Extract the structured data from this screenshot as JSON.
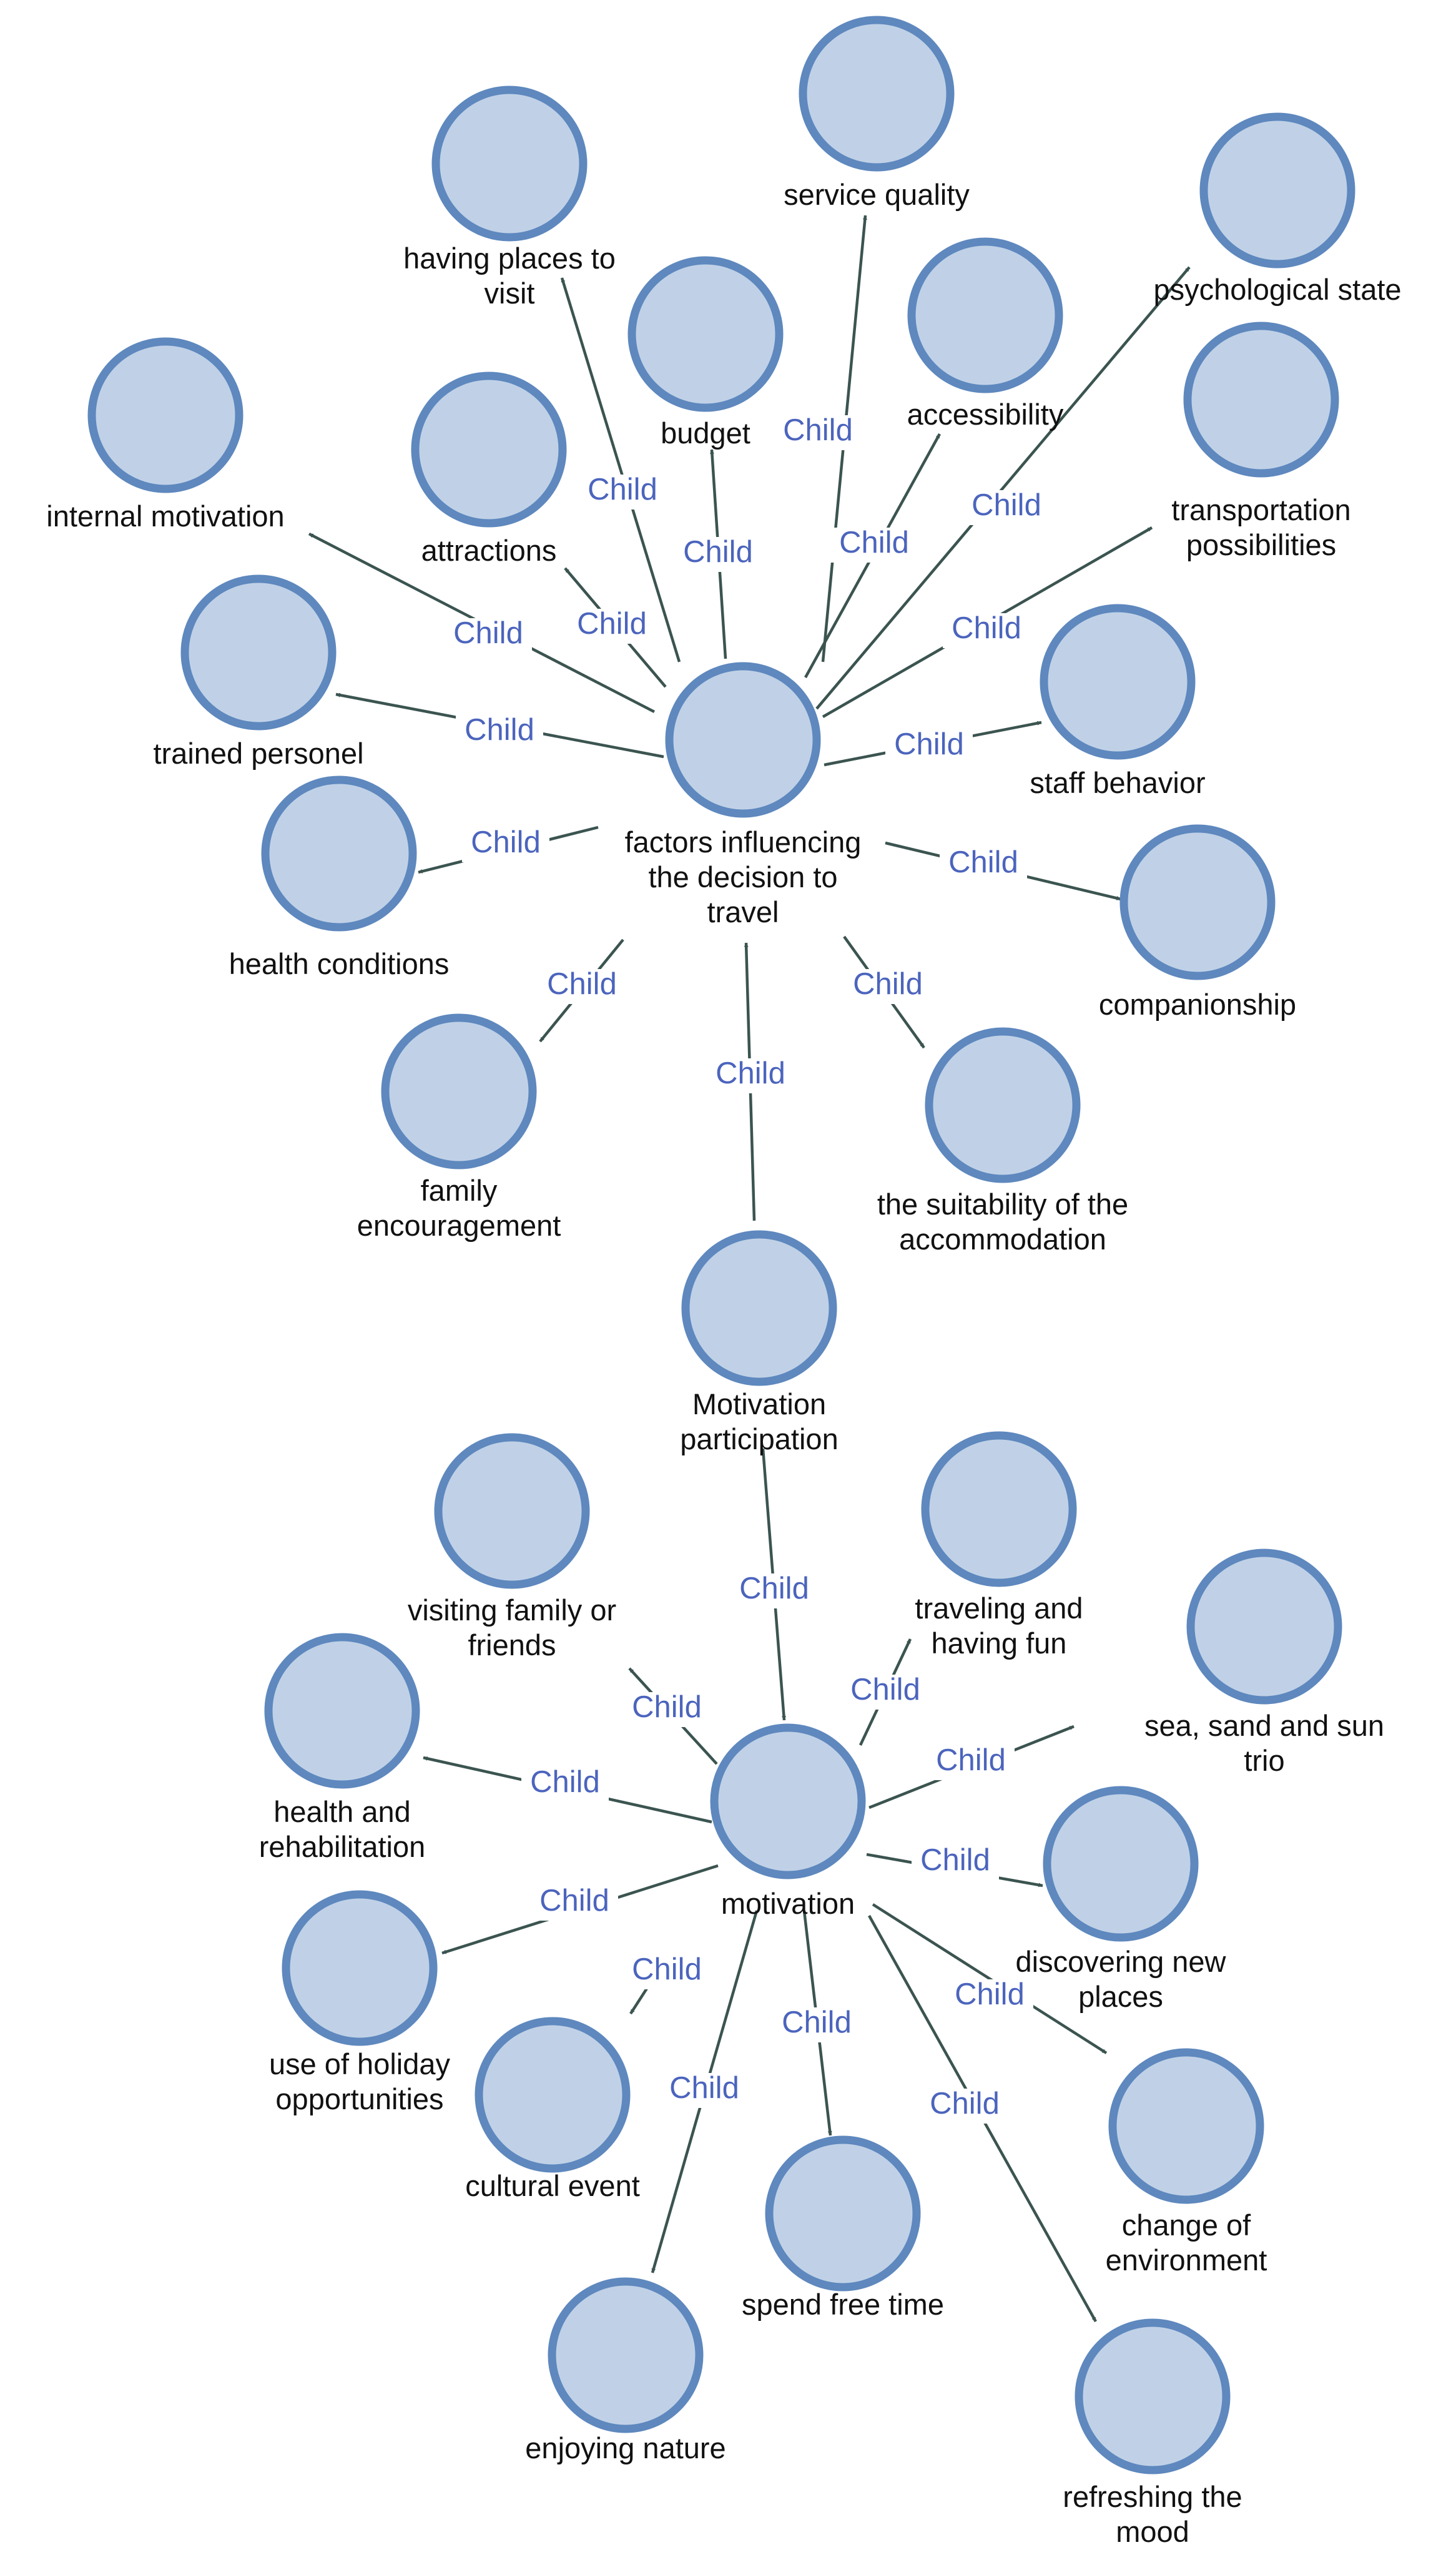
{
  "nodes": [
    {
      "id": "factors",
      "label": [
        "factors influencing",
        "the decision to",
        "travel"
      ]
    },
    {
      "id": "motivation_participation",
      "label": [
        "Motivation",
        "participation"
      ]
    },
    {
      "id": "motivation",
      "label": [
        "motivation"
      ]
    },
    {
      "id": "service_quality",
      "label": [
        "service quality"
      ]
    },
    {
      "id": "having_places",
      "label": [
        "having places to",
        "visit"
      ]
    },
    {
      "id": "psychological_state",
      "label": [
        "psychological state"
      ]
    },
    {
      "id": "budget",
      "label": [
        "budget"
      ]
    },
    {
      "id": "accessibility",
      "label": [
        "accessibility"
      ]
    },
    {
      "id": "internal_motivation",
      "label": [
        "internal motivation"
      ]
    },
    {
      "id": "attractions",
      "label": [
        "attractions"
      ]
    },
    {
      "id": "transportation",
      "label": [
        "transportation",
        "possibilities"
      ]
    },
    {
      "id": "trained_personel",
      "label": [
        "trained personel"
      ]
    },
    {
      "id": "staff_behavior",
      "label": [
        "staff behavior"
      ]
    },
    {
      "id": "health_conditions",
      "label": [
        "health conditions"
      ]
    },
    {
      "id": "companionship",
      "label": [
        "companionship"
      ]
    },
    {
      "id": "family_encouragement",
      "label": [
        "family",
        "encouragement"
      ]
    },
    {
      "id": "suitability",
      "label": [
        "the suitability of the",
        "accommodation"
      ]
    },
    {
      "id": "visiting_family",
      "label": [
        "visiting family or",
        "friends"
      ]
    },
    {
      "id": "traveling_fun",
      "label": [
        "traveling and",
        "having fun"
      ]
    },
    {
      "id": "sea_sand_sun",
      "label": [
        "sea, sand and sun",
        "trio"
      ]
    },
    {
      "id": "health_rehab",
      "label": [
        "health and",
        "rehabilitation"
      ]
    },
    {
      "id": "discovering",
      "label": [
        "discovering new",
        "places"
      ]
    },
    {
      "id": "holiday_opps",
      "label": [
        "use of holiday",
        "opportunities"
      ]
    },
    {
      "id": "cultural_event",
      "label": [
        "cultural event"
      ]
    },
    {
      "id": "change_env",
      "label": [
        "change of",
        "environment"
      ]
    },
    {
      "id": "spend_free_time",
      "label": [
        "spend free time"
      ]
    },
    {
      "id": "enjoying_nature",
      "label": [
        "enjoying nature"
      ]
    },
    {
      "id": "refreshing_mood",
      "label": [
        "refreshing the",
        "mood"
      ]
    }
  ],
  "edges": [
    {
      "from": "factors",
      "to": "service_quality",
      "label": "Child"
    },
    {
      "from": "factors",
      "to": "having_places",
      "label": "Child"
    },
    {
      "from": "factors",
      "to": "psychological_state",
      "label": "Child"
    },
    {
      "from": "factors",
      "to": "budget",
      "label": "Child"
    },
    {
      "from": "factors",
      "to": "accessibility",
      "label": "Child"
    },
    {
      "from": "factors",
      "to": "internal_motivation",
      "label": "Child"
    },
    {
      "from": "factors",
      "to": "attractions",
      "label": "Child"
    },
    {
      "from": "factors",
      "to": "transportation",
      "label": "Child"
    },
    {
      "from": "factors",
      "to": "trained_personel",
      "label": "Child"
    },
    {
      "from": "factors",
      "to": "staff_behavior",
      "label": "Child"
    },
    {
      "from": "factors",
      "to": "health_conditions",
      "label": "Child"
    },
    {
      "from": "factors",
      "to": "companionship",
      "label": "Child"
    },
    {
      "from": "factors",
      "to": "family_encouragement",
      "label": "Child"
    },
    {
      "from": "factors",
      "to": "suitability",
      "label": "Child"
    },
    {
      "from": "motivation_participation",
      "to": "factors",
      "label": "Child"
    },
    {
      "from": "motivation_participation",
      "to": "motivation",
      "label": "Child"
    },
    {
      "from": "motivation",
      "to": "visiting_family",
      "label": "Child"
    },
    {
      "from": "motivation",
      "to": "traveling_fun",
      "label": "Child"
    },
    {
      "from": "motivation",
      "to": "sea_sand_sun",
      "label": "Child"
    },
    {
      "from": "motivation",
      "to": "health_rehab",
      "label": "Child"
    },
    {
      "from": "motivation",
      "to": "discovering",
      "label": "Child"
    },
    {
      "from": "motivation",
      "to": "holiday_opps",
      "label": "Child"
    },
    {
      "from": "motivation",
      "to": "cultural_event",
      "label": "Child"
    },
    {
      "from": "motivation",
      "to": "change_env",
      "label": "Child"
    },
    {
      "from": "motivation",
      "to": "spend_free_time",
      "label": "Child"
    },
    {
      "from": "motivation",
      "to": "enjoying_nature",
      "label": "Child"
    },
    {
      "from": "motivation",
      "to": "refreshing_mood",
      "label": "Child"
    }
  ]
}
